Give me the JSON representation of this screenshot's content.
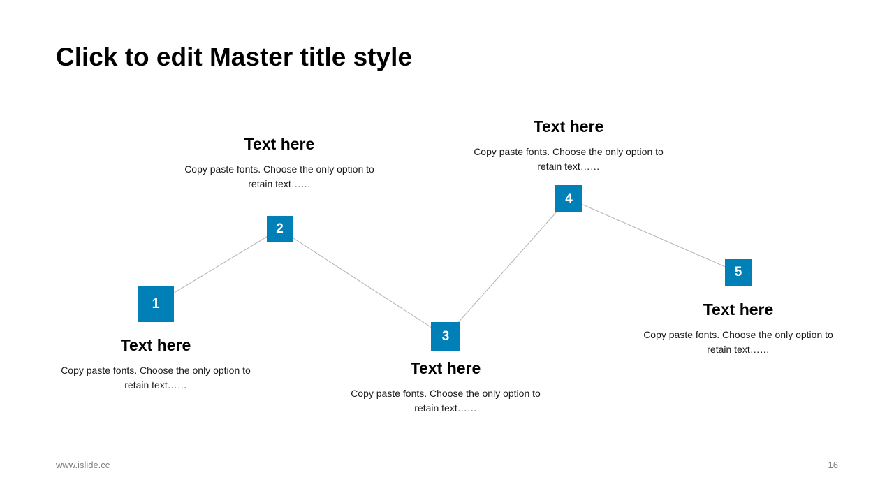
{
  "slide": {
    "title": "Click to edit Master title style",
    "footer_url": "www.islide.cc",
    "page_number": "16"
  },
  "colors": {
    "accent": "#0080b7",
    "connector": "#b3b3b3",
    "rule": "#a6a6a6"
  },
  "steps": [
    {
      "number": "1",
      "heading": "Text here",
      "description": "Copy paste fonts. Choose the only option to retain text……"
    },
    {
      "number": "2",
      "heading": "Text here",
      "description": "Copy paste fonts. Choose the only option to retain text……"
    },
    {
      "number": "3",
      "heading": "Text here",
      "description": "Copy paste fonts. Choose the only option to retain text……"
    },
    {
      "number": "4",
      "heading": "Text here",
      "description": "Copy paste fonts. Choose the only option to retain text……"
    },
    {
      "number": "5",
      "heading": "Text here",
      "description": "Copy paste fonts. Choose the only option to retain text……"
    }
  ]
}
